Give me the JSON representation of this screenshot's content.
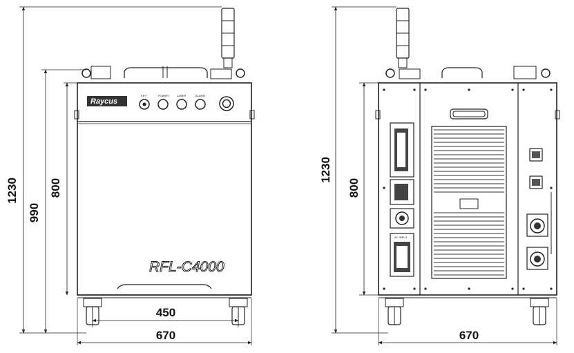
{
  "front_view": {
    "brand_logo": "Raycus",
    "model_label": "RFL-C4000",
    "panel_labels": [
      "KEY",
      "POWER",
      "LASER",
      "ALARM"
    ],
    "dimensions": {
      "total_height": "1230",
      "height_with_handles": "990",
      "cabinet_height": "800",
      "caster_spacing": "450",
      "width": "670"
    }
  },
  "rear_view": {
    "connector_labels": [
      "AC INPUT"
    ],
    "dimensions": {
      "total_height": "1230",
      "cabinet_height": "800",
      "width": "670"
    }
  }
}
